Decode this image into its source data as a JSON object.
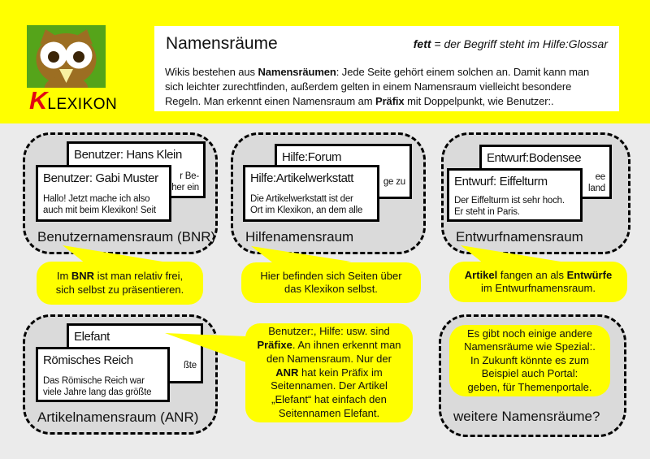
{
  "colors": {
    "band_yellow": "#ffff00",
    "content_gray": "#ebebeb",
    "box_gray": "#dadada",
    "card_border": "#000000",
    "logo_green": "#55a41a",
    "owl_brown": "#9c6e22",
    "owl_pupil": "#3b2508",
    "owl_beak": "#f7f0a0",
    "brand_red": "#e30613"
  },
  "logo": {
    "k": "K",
    "rest": "LEXIKON"
  },
  "header": {
    "title": "Namensräume",
    "legend_segments": [
      {
        "t": "fett",
        "b": true
      },
      {
        "t": " = der Begriff steht im Hilfe:Glossar"
      }
    ],
    "intro_segments": [
      {
        "t": "Wikis bestehen aus "
      },
      {
        "t": "Namensräumen",
        "b": true
      },
      {
        "t": ": Jede Seite gehört einem solchen an. Damit kann man\nsich leichter zurechtfinden, außerdem gelten in einem Namensraum vielleicht besondere\nRegeln. Man erkennt einen Namensraum am "
      },
      {
        "t": "Präfix",
        "b": true
      },
      {
        "t": " mit Doppelpunkt, wie Benutzer:."
      }
    ]
  },
  "boxes": {
    "bnr": {
      "label": "Benutzernamensraum (BNR)",
      "back_title": "Benutzer: Hans Klein",
      "back_fragment": "r Be-\nher ein",
      "front_title": "Benutzer: Gabi Muster",
      "front_body": "Hallo! Jetzt mache ich also\nauch mit beim Klexikon! Seit"
    },
    "hilfe": {
      "label": "Hilfenamensraum",
      "back_title": "Hilfe:Forum",
      "back_fragment": "ge zu",
      "front_title": "Hilfe:Artikelwerkstatt",
      "front_body": "Die Artikelwerkstatt ist der\nOrt im Klexikon, an dem alle"
    },
    "entwurf": {
      "label": "Entwurfnamensraum",
      "back_title": "Entwurf:Bodensee",
      "back_fragment": "ee\nland",
      "front_title": "Entwurf: Eiffelturm",
      "front_body": "Der Eiffelturm ist sehr hoch.\nEr steht in Paris."
    },
    "anr": {
      "label": "Artikelnamensraum (ANR)",
      "back_title": "Elefant",
      "back_fragment": "ßte",
      "front_title": "Römisches Reich",
      "front_body": "Das Römische Reich war\nviele Jahre lang das größte"
    },
    "other": {
      "label": "weitere Namensräume?"
    }
  },
  "bubbles": {
    "bnr": [
      {
        "t": "Im "
      },
      {
        "t": "BNR",
        "b": true
      },
      {
        "t": " ist man relativ frei,\nsich selbst zu präsentieren."
      }
    ],
    "hilfe": [
      {
        "t": "Hier befinden sich Seiten über\ndas Klexikon selbst."
      }
    ],
    "entwurf": [
      {
        "t": "Artikel",
        "b": true
      },
      {
        "t": " fangen an als "
      },
      {
        "t": "Entwürfe",
        "b": true
      },
      {
        "t": "\nim Entwurfnamensraum."
      }
    ],
    "prefix": [
      {
        "t": "Benutzer:, Hilfe: usw. sind\n"
      },
      {
        "t": "Präfixe",
        "b": true
      },
      {
        "t": ". An ihnen erkennt man\nden Namensraum. Nur der\n"
      },
      {
        "t": "ANR",
        "b": true
      },
      {
        "t": " hat kein Präfix im\nSeitennamen. Der Artikel\n„Elefant“ hat einfach den\nSeitennamen Elefant."
      }
    ],
    "other": [
      {
        "t": "Es gibt noch einige andere\nNamensräume wie Spezial:.\nIn Zukunft könnte es zum\nBeispiel auch Portal:\ngeben, für Themenportale."
      }
    ]
  }
}
